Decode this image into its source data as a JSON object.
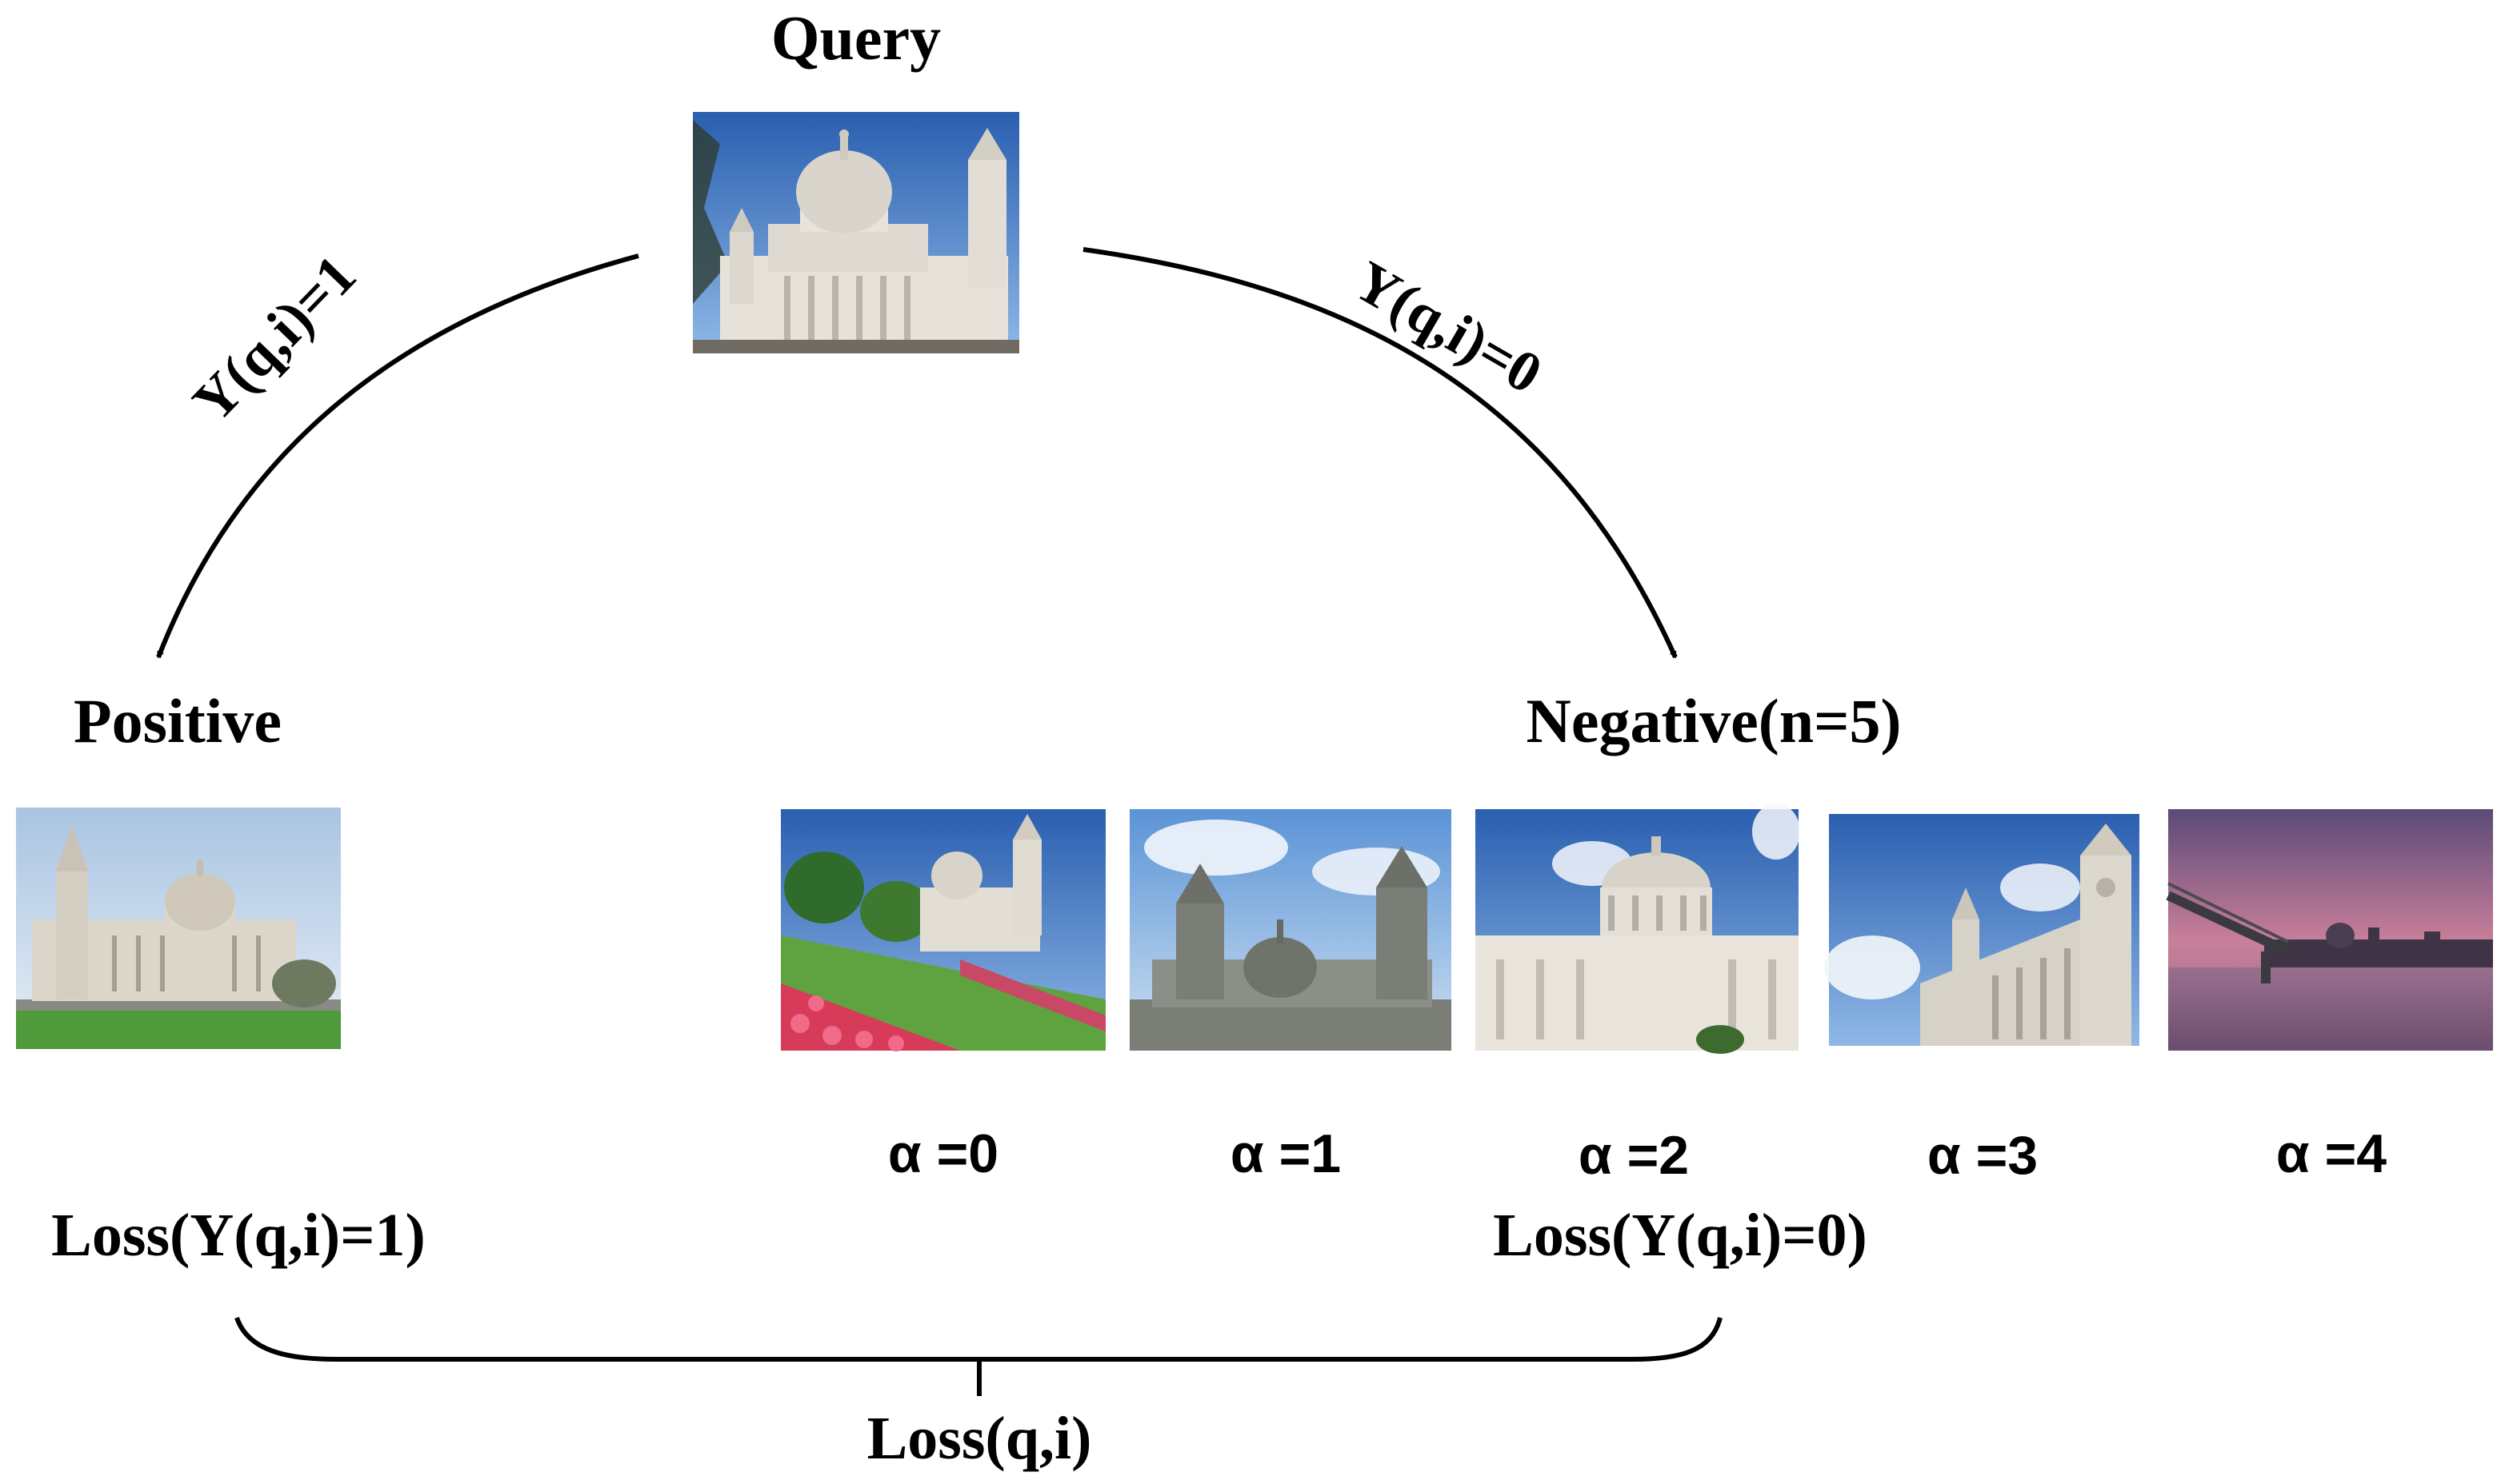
{
  "labels": {
    "query": "Query",
    "positive": "Positive",
    "negative": "Negative(n=5)",
    "edge_positive": "Y(q,i)=1",
    "edge_negative": "Y(q,i)=0",
    "loss_positive": "Loss(Y(q,i)=1)",
    "loss_negative": "Loss(Y(q,i)=0)",
    "loss_total": "Loss(q,i)"
  },
  "negatives": [
    {
      "alpha": "α =0",
      "scene": "cathedral-with-flower-garden"
    },
    {
      "alpha": "α =1",
      "scene": "cathedral-towers-cloudy-sky"
    },
    {
      "alpha": "α =2",
      "scene": "cathedral-dome-blue-sky"
    },
    {
      "alpha": "α =3",
      "scene": "cathedral-facade-clock-tower"
    },
    {
      "alpha": "α =4",
      "scene": "millennium-bridge-dusk-skyline"
    }
  ],
  "images": {
    "query": "cathedral-dome-blue-sky",
    "positive": "cathedral-wide-view-lawn"
  },
  "colors": {
    "ink": "#000000",
    "sky_blue": "#3f7fd0",
    "stone": "#e4e0d8",
    "lawn": "#4f9a3a",
    "dusk": "#8c6a8a"
  }
}
